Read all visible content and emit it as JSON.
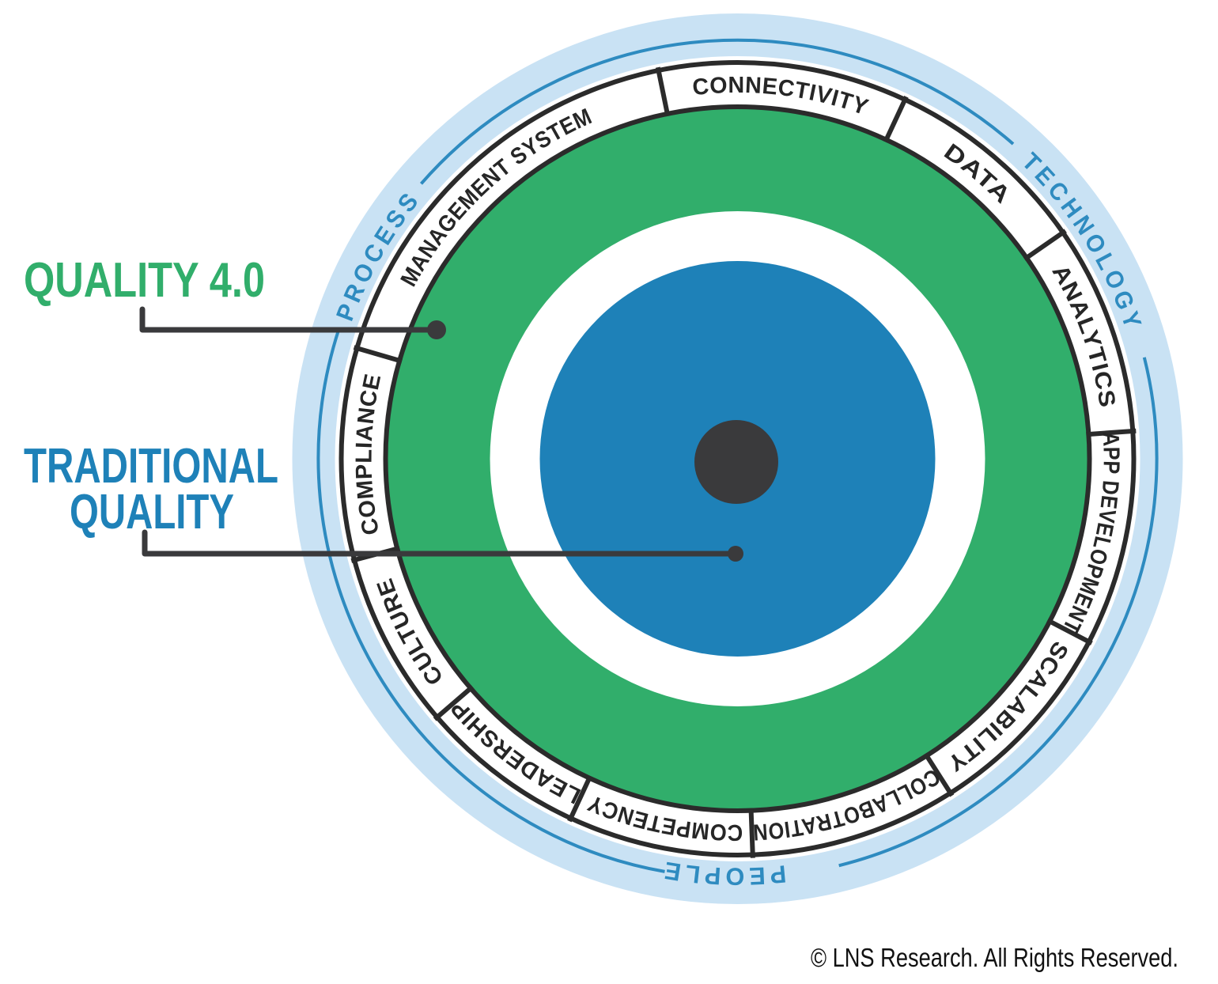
{
  "colors": {
    "green": "#31AE6B",
    "blue": "#1E81B8",
    "lightblue": "#C9E2F4",
    "arcblue": "#2E8BC0",
    "dark": "#3A3A3C",
    "ink": "#262626",
    "stroke": "#2B2B2B"
  },
  "diagram": {
    "outer_categories": [
      {
        "label": "PROCESS"
      },
      {
        "label": "TECHNOLOGY"
      },
      {
        "label": "PEOPLE"
      }
    ],
    "segments": [
      {
        "label": "CONNECTIVITY"
      },
      {
        "label": "DATA"
      },
      {
        "label": "ANALYTICS"
      },
      {
        "label": "APP DEVELOPMENT"
      },
      {
        "label": "SCALABILITY"
      },
      {
        "label": "COLLABOTRATION"
      },
      {
        "label": "COMPETENCY"
      },
      {
        "label": "LEADERSHIP"
      },
      {
        "label": "CULTURE"
      },
      {
        "label": "COMPLIANCE"
      },
      {
        "label": "MANAGEMENT SYSTEM"
      }
    ],
    "callouts": {
      "quality40": {
        "label": "QUALITY 4.0"
      },
      "traditional": {
        "lines": [
          "TRADITIONAL",
          "QUALITY"
        ]
      }
    },
    "footer": {
      "copyright": "© LNS Research. All Rights Reserved."
    }
  }
}
